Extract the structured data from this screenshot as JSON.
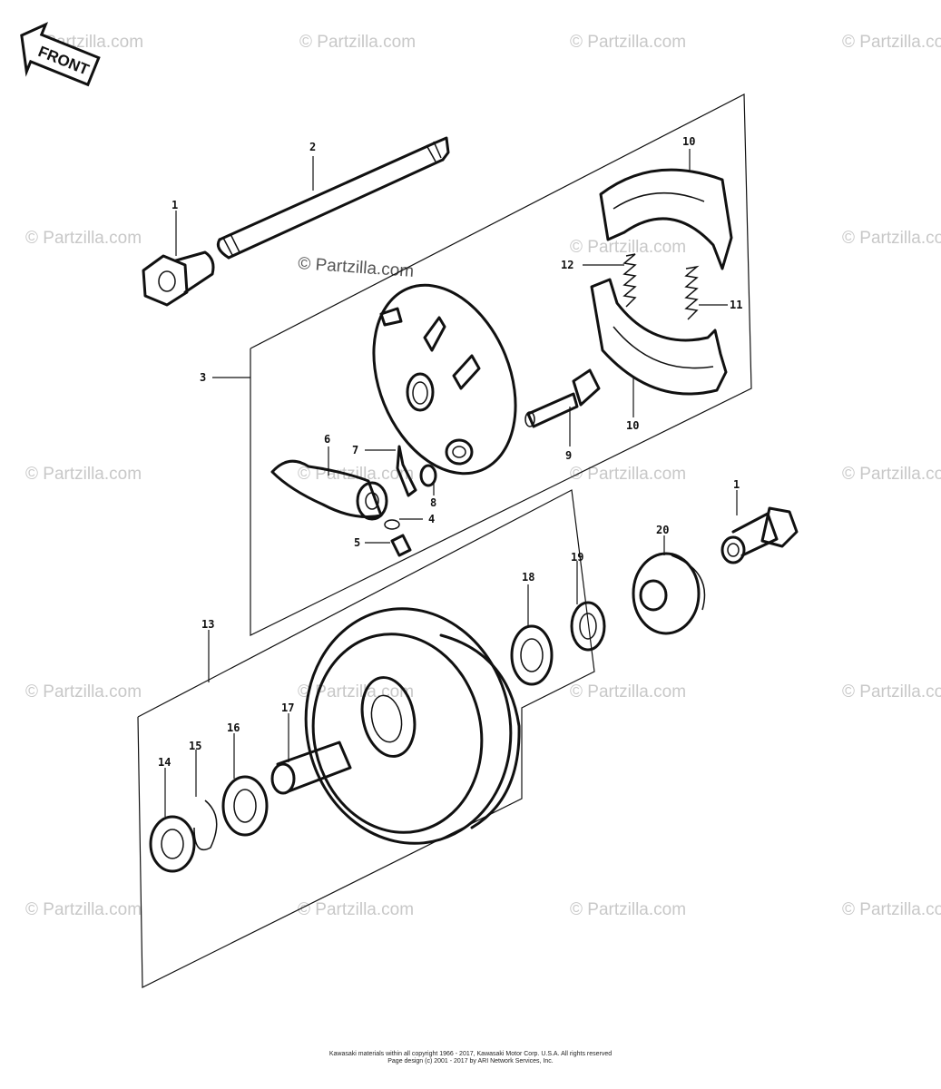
{
  "front_label": "FRONT",
  "watermark": "© Partzilla.com",
  "callouts": [
    {
      "id": "c1a",
      "label": "1"
    },
    {
      "id": "c2",
      "label": "2"
    },
    {
      "id": "c3",
      "label": "3"
    },
    {
      "id": "c4",
      "label": "4"
    },
    {
      "id": "c5",
      "label": "5"
    },
    {
      "id": "c6",
      "label": "6"
    },
    {
      "id": "c7",
      "label": "7"
    },
    {
      "id": "c8",
      "label": "8"
    },
    {
      "id": "c9",
      "label": "9"
    },
    {
      "id": "c10a",
      "label": "10"
    },
    {
      "id": "c10b",
      "label": "10"
    },
    {
      "id": "c11",
      "label": "11"
    },
    {
      "id": "c12",
      "label": "12"
    },
    {
      "id": "c1b",
      "label": "1"
    },
    {
      "id": "c20",
      "label": "20"
    },
    {
      "id": "c18",
      "label": "18"
    },
    {
      "id": "c19",
      "label": "19"
    },
    {
      "id": "c13",
      "label": "13"
    },
    {
      "id": "c17",
      "label": "17"
    },
    {
      "id": "c16",
      "label": "16"
    },
    {
      "id": "c15",
      "label": "15"
    },
    {
      "id": "c14",
      "label": "14"
    }
  ],
  "copyright_line1": "Kawasaki materials within all copyright 1966 - 2017, Kawasaki Motor Corp. U.S.A.  All rights reserved",
  "copyright_line2": "Page design (c) 2001 - 2017 by ARI Network Services, Inc."
}
